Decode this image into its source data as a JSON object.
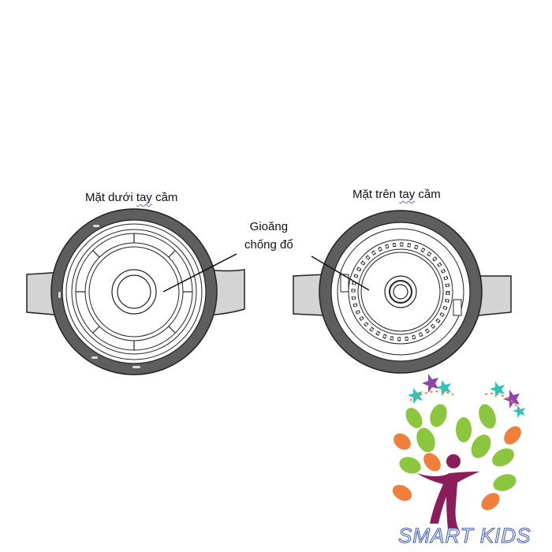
{
  "left_caption": {
    "pre": "Mặt dưới ",
    "emphasis": "tay",
    "post": " cầm"
  },
  "right_caption": {
    "pre": "Mặt trên ",
    "emphasis": "tay",
    "post": " cầm"
  },
  "callout": {
    "line1": "Gioăng",
    "line2": "chống đổ"
  },
  "logo": {
    "text": "SMART KIDS",
    "color": "#3a55c8"
  },
  "colors": {
    "stroke": "#222222",
    "handle": "#d4d4d4",
    "ring": "#5e5e5e",
    "leaf_green": "#8cc63f",
    "leaf_orange": "#f07f3c",
    "figure": "#8b1e5a"
  }
}
